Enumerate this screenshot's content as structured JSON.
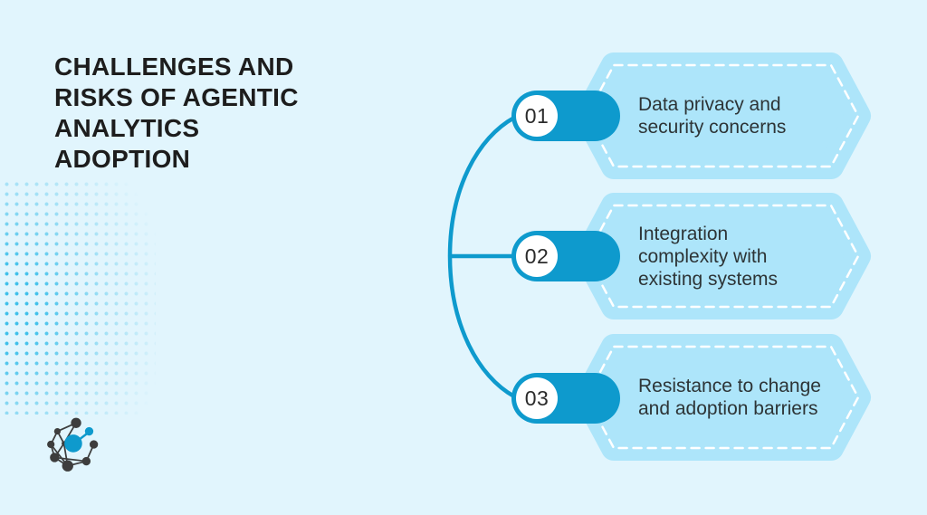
{
  "title": {
    "lines": [
      "CHALLENGES AND",
      "RISKS OF AGENTIC",
      "ANALYTICS",
      "ADOPTION"
    ]
  },
  "items": [
    {
      "number": "01",
      "label_lines": [
        "Data privacy and",
        "security concerns"
      ]
    },
    {
      "number": "02",
      "label_lines": [
        "Integration",
        "complexity with",
        "existing systems"
      ]
    },
    {
      "number": "03",
      "label_lines": [
        "Resistance to change",
        "and adoption barriers"
      ]
    }
  ],
  "icons": {
    "logo": "network-nodes-logo",
    "decoration": "dot-grid-pattern",
    "connector": "bracket-curve"
  },
  "colors": {
    "bg": "#e1f5fd",
    "card_fill": "#ade5fa",
    "accent": "#0e9acd",
    "dash_color": "#ffffff",
    "title_color": "#1d1d1d",
    "body_text": "#2d3436",
    "dots_color": "#3fc0ea",
    "logo_dark": "#3d3d3d"
  }
}
